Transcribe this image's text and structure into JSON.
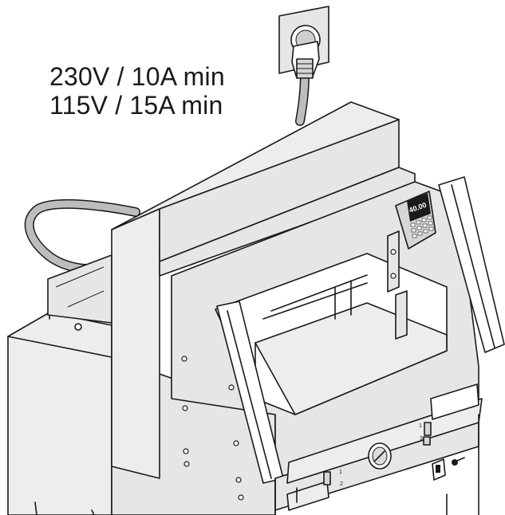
{
  "power_requirements": {
    "line1": "230V / 10A min",
    "line2": "115V / 15A min"
  },
  "display": {
    "readout": "40.00"
  },
  "controls": {
    "switch_position_1": "1",
    "switch_position_2": "2",
    "switch_position_3": "3"
  }
}
